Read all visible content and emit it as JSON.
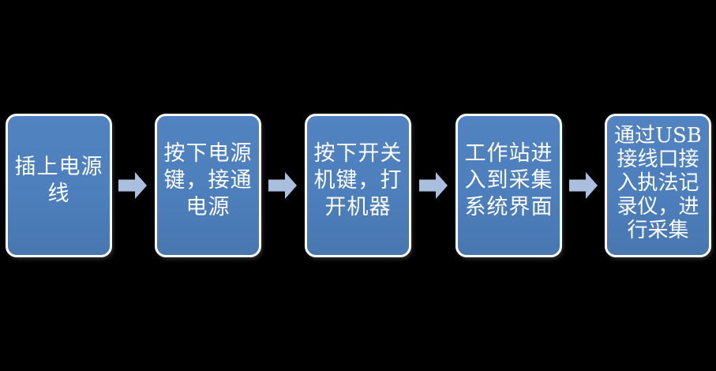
{
  "diagram": {
    "type": "process-flow",
    "direction": "left-to-right",
    "background_color": "#000000",
    "box_fill_color": "#4d7fbd",
    "box_border_color": "#ffffff",
    "arrow_color": "#a9bfdd",
    "text_color": "#ffffff",
    "steps": [
      {
        "text": "插上电源线",
        "lines": [
          "插上电源",
          "线"
        ]
      },
      {
        "text": "按下电源键，接通电源",
        "lines": [
          "按下电源",
          "键，接通",
          "电源"
        ]
      },
      {
        "text": "按下开关机键，打开机器",
        "lines": [
          "按下开关",
          "机键，打",
          "开机器"
        ]
      },
      {
        "text": "工作站进入到采集系统界面",
        "lines": [
          "工作站进",
          "入到采集",
          "系统界面"
        ]
      },
      {
        "text": "通过USB接线口接入执法记录仪，进行采集",
        "lines": [
          "通过USB",
          "接线口接",
          "入执法记",
          "录仪，进",
          "行采集"
        ]
      }
    ]
  }
}
